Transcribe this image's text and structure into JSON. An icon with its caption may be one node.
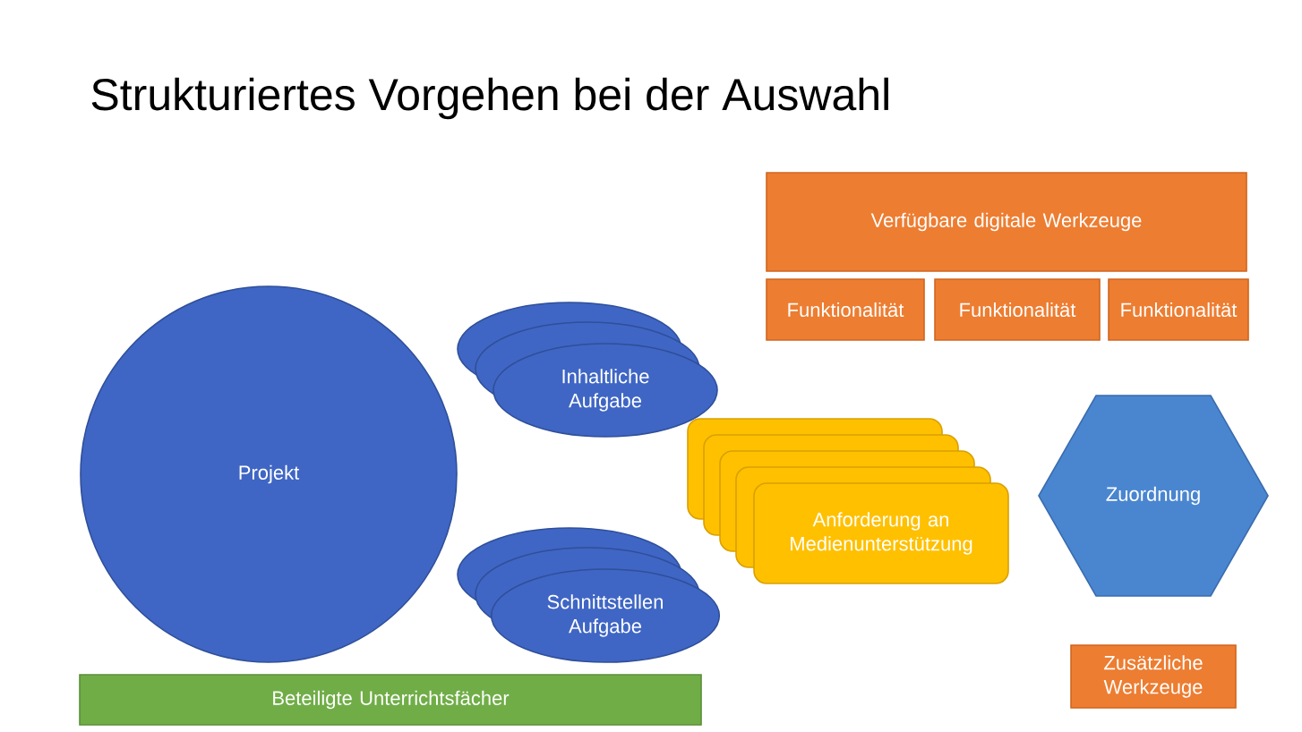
{
  "diagram": {
    "title": "Strukturiertes Vorgehen bei der Auswahl",
    "nodes": [
      {
        "text": [
          "Projekt"
        ]
      },
      {
        "text": [
          "Inhaltliche Aufgabe"
        ]
      },
      {
        "text": [
          "Schnittstellen Aufgabe"
        ]
      },
      {
        "text": [
          "Anforderung an Medienunterstützung"
        ]
      },
      {
        "text": [
          "Verfügbare digitale Werkzeuge"
        ]
      },
      {
        "text": [
          "Funktionalität"
        ]
      },
      {
        "text": [
          "Funktionalität"
        ]
      },
      {
        "text": [
          "Funktionalität"
        ]
      },
      {
        "text": [
          "Zuordnung"
        ]
      },
      {
        "text": [
          "Zusätzliche Werkzeuge"
        ]
      },
      {
        "text": [
          "Beteiligte Unterrichtsfächer"
        ]
      }
    ],
    "edges": []
  }
}
